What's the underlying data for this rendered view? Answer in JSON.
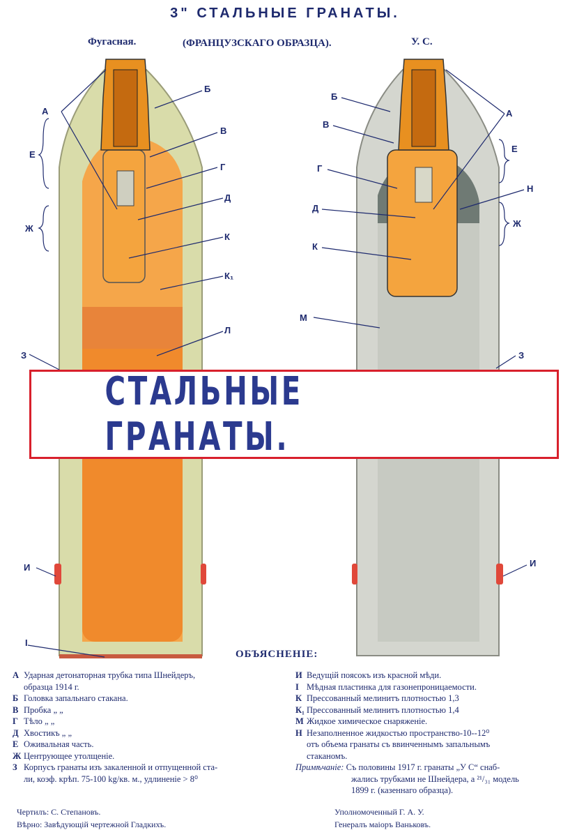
{
  "header": {
    "title": "3\" СТАЛЬНЫЕ ГРАНАТЫ.",
    "subtitle": "(ФРАНЦУЗСКАГО ОБРАЗЦА).",
    "left_label": "Фугасная.",
    "right_label": "У. С."
  },
  "banner": {
    "text": "СТАЛЬНЫЕ ГРАНАТЫ."
  },
  "labels": {
    "A": "А",
    "B": "Б",
    "V": "В",
    "G": "Г",
    "D": "Д",
    "E": "Е",
    "Zh": "Ж",
    "K": "К",
    "K1": "К₁",
    "L": "Л",
    "Z": "З",
    "I": "И",
    "I2": "I",
    "M": "М",
    "N": "Н"
  },
  "explanation": {
    "title": "ОБЪЯСНЕНІЕ:",
    "left": [
      {
        "key": "А",
        "text": "Ударная детонаторная трубка типа Шнейдеръ,"
      },
      {
        "key": "",
        "text": "образца 1914 г."
      },
      {
        "key": "Б",
        "text": "Головка запальнаго стакана."
      },
      {
        "key": "В",
        "text": "Пробка           „           „"
      },
      {
        "key": "Г",
        "text": "Тѣло              „           „"
      },
      {
        "key": "Д",
        "text": "Хвостикъ        „           „"
      },
      {
        "key": "Е",
        "text": "Оживальная часть."
      },
      {
        "key": "Ж",
        "text": "Центрующее утолщеніе."
      },
      {
        "key": "З",
        "text": "Корпусъ гранаты изъ закаленной и отпущенной ста-"
      },
      {
        "key": "",
        "text": "ли, коэф. крѣп. 75-100 kg/кв. м., удлиненіе > 8⁰"
      }
    ],
    "right": [
      {
        "key": "И",
        "text": "Ведущій поясокъ изъ красной мѣди."
      },
      {
        "key": "I",
        "text": "Мѣдная пластинка для газонепроницаемости."
      },
      {
        "key": "К",
        "text": "Прессованный мелинитъ плотностью 1,3"
      },
      {
        "key": "К₁",
        "text": "Прессованный мелинитъ плотностью 1,4"
      },
      {
        "key": "М",
        "text": "Жидкое химическое снаряженіе."
      },
      {
        "key": "Н",
        "text": "Незаполненное жидкостью пространство-10--12⁰"
      },
      {
        "key": "",
        "text": "отъ объема гранаты съ ввинченнымъ запальнымъ"
      },
      {
        "key": "",
        "text": "стаканомъ."
      }
    ],
    "note_label": "Примѣчаніе:",
    "note_lines": [
      "Съ половины 1917 г. гранаты „У С“ снаб-",
      "жались трубками не Шнейдера, а ²¹/₃₁ модель",
      "1899 г. (казеннаго образца)."
    ]
  },
  "footer": {
    "left_line1": "Чертилъ: С. Степановъ.",
    "left_line2": "Вѣрно: Завѣдующій чертежной Гладкихъ.",
    "right_line1": "Уполномоченный Г. А. У.",
    "right_line2": "Генералъ маіоръ Ваньковъ."
  },
  "colors": {
    "shell_body": "#d9dcaa",
    "shell_body_right": "#d4d6cf",
    "explosive_orange": "#f08a2c",
    "explosive_light": "#f5a64a",
    "liquid_grey": "#c7cac2",
    "void_dark": "#6f7a74",
    "copper_band": "#e0483a",
    "banner_border": "#d8202c",
    "banner_text": "#2b3a8f",
    "ink": "#1e2a6e"
  }
}
